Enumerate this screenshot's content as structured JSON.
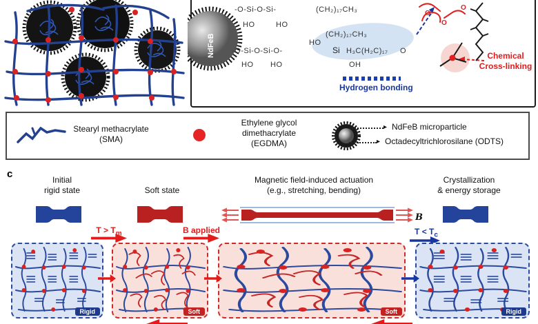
{
  "panel_b": {
    "particle_label": "NdFeB",
    "row1": "-O-Si-O-Si-",
    "row1_chain": "(CH₂)₁₇CH₃",
    "row2_chain": "(CH₂)₁₇CH₃",
    "row3": "-O-Si-O-Si-O-",
    "row3_si": "Si",
    "row3_chain": "H₃C(H₂C)₁₇",
    "o_link": "O",
    "ho": [
      "HO",
      "HO",
      "HO",
      "HO",
      "HO",
      "OH"
    ],
    "ester_o": [
      "O",
      "O",
      "O"
    ],
    "hydrogen_bonding": "Hydrogen bonding",
    "crosslink_1": "Chemical",
    "crosslink_2": "Cross-linking"
  },
  "legend": {
    "sma_1": "Stearyl methacrylate",
    "sma_2": "(SMA)",
    "egdma_1": "Ethylene glycol",
    "egdma_2": "dimethacrylate",
    "egdma_3": "(EGDMA)",
    "ndfeb_label": "NdFeB microparticle",
    "odts_label": "Octadecyltrichlorosilane (ODTS)"
  },
  "panel_c": {
    "label": "c",
    "state1_1": "Initial",
    "state1_2": "rigid state",
    "state2_1": "Soft state",
    "state3_1": "Magnetic field-induced actuation",
    "state3_2": "(e.g., stretching, bending)",
    "state4_1": "Crystallization",
    "state4_2": "& energy storage",
    "arrow1_pre": "T > T",
    "arrow1_sub": "m",
    "arrow2": "B applied",
    "arrow3_pre": "T < T",
    "arrow3_sub": "c",
    "b_field": "B",
    "tag1": "Rigid",
    "tag2": "Soft",
    "tag3": "Soft",
    "tag4": "Rigid"
  },
  "colors": {
    "network_blue": "#24418f",
    "crosslink_red": "#d92323",
    "rigid_fill": "#dbe4f4",
    "soft_fill": "#fae0db",
    "dogbone_blue": "#24439b",
    "dogbone_red": "#b92020"
  }
}
